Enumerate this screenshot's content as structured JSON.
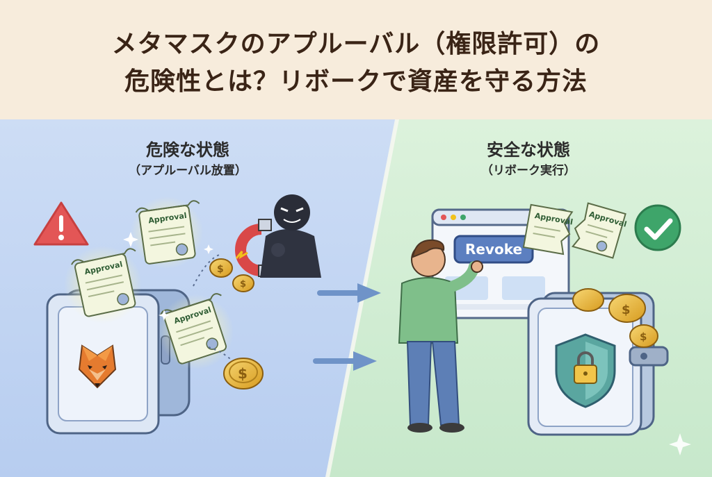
{
  "header": {
    "title_line1": "メタマスクのアプルーバル（権限許可）の",
    "title_line2": "危険性とは？リボークで資産を守る方法"
  },
  "left_panel": {
    "heading": "危険な状態",
    "subheading": "（アプルーバル放置）",
    "doc_label": "Approval",
    "bg_color": "#c6d8f4"
  },
  "right_panel": {
    "heading": "安全な状態",
    "subheading": "（リボーク実行）",
    "button_label": "Revoke",
    "doc_label": "Approval",
    "bg_color": "#d5eed6"
  },
  "colors": {
    "header_bg": "#f7ecdc",
    "title_text": "#3a2416",
    "warning": "#e35656",
    "success": "#3ea56a",
    "coin": "#e8b73c",
    "arrow": "#6f93c8"
  },
  "icons": [
    "warning-icon",
    "fox-logo-icon",
    "magnet-icon",
    "check-icon",
    "shield-lock-icon",
    "sparkle-icon"
  ]
}
